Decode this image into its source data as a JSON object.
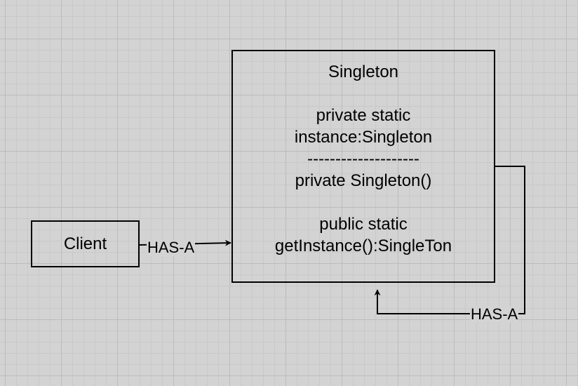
{
  "diagram": {
    "client": {
      "label": "Client"
    },
    "singleton": {
      "title": "Singleton",
      "field_line_1": "private static",
      "field_line_2": "instance:Singleton",
      "separator": "--------------------",
      "constructor": "private Singleton()",
      "method_line_1": "public static",
      "method_line_2": "getInstance():SingleTon"
    },
    "edges": {
      "client_to_singleton": "HAS-A",
      "singleton_to_self": "HAS-A"
    }
  },
  "colors": {
    "background": "#d3d3d3",
    "grid_line": "#bcbcbc",
    "stroke": "#000000"
  }
}
